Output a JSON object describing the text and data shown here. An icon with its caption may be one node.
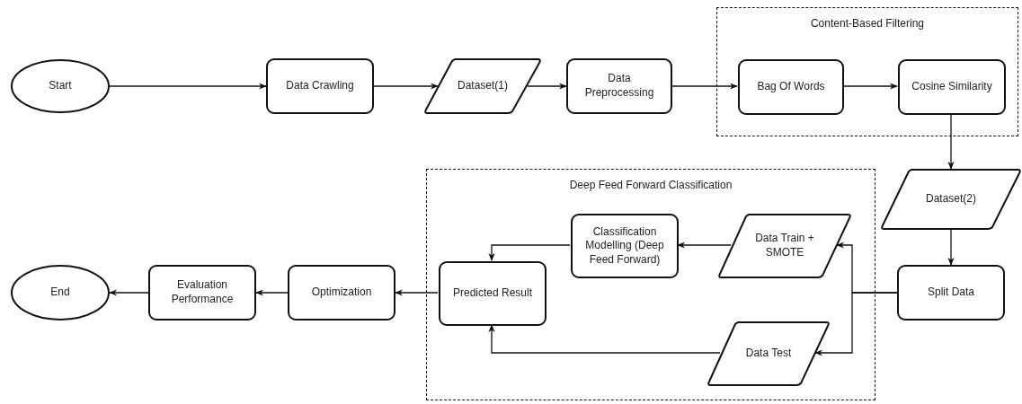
{
  "diagram": {
    "nodes": [
      {
        "text": [
          "Start"
        ]
      },
      {
        "text": [
          "Data Crawling"
        ]
      },
      {
        "text": [
          "Dataset(1)"
        ]
      },
      {
        "text": [
          "Data Preprocessing"
        ]
      },
      {
        "text": [
          "Content-Based Filtering"
        ]
      },
      {
        "text": [
          "Bag Of Words"
        ],
        "in": 4
      },
      {
        "text": [
          "Cosine Similarity"
        ],
        "in": 4
      },
      {
        "text": [
          "Deep Feed Forward Classification"
        ]
      },
      {
        "text": [
          "Dataset(2)"
        ]
      },
      {
        "text": [
          "Classification Modelling (Deep Feed Forward)"
        ],
        "in": 7
      },
      {
        "text": [
          "Data Train + SMOTE"
        ],
        "in": 7
      },
      {
        "text": [
          "Split Data"
        ]
      },
      {
        "text": [
          "End"
        ]
      },
      {
        "text": [
          "Evaluation Performance"
        ]
      },
      {
        "text": [
          "Optimization"
        ]
      },
      {
        "text": [
          "Predicted Result"
        ],
        "in": 7
      },
      {
        "text": [
          "Data Test"
        ],
        "in": 7
      }
    ],
    "edges": [
      {
        "from": 0,
        "to": 1,
        "arrow": "to"
      },
      {
        "from": 1,
        "to": 2,
        "arrow": "to"
      },
      {
        "from": 2,
        "to": 3,
        "arrow": "to"
      },
      {
        "from": 3,
        "to": 5,
        "arrow": "to"
      },
      {
        "from": 5,
        "to": 6,
        "arrow": "to"
      },
      {
        "from": 6,
        "to": 8,
        "arrow": "to"
      },
      {
        "from": 8,
        "to": 11,
        "arrow": "to"
      },
      {
        "from": 11,
        "to": 10,
        "arrow": "to"
      },
      {
        "from": 11,
        "to": 16,
        "arrow": "to"
      },
      {
        "from": 10,
        "to": 9,
        "arrow": "to"
      },
      {
        "from": 9,
        "to": 15,
        "arrow": "to"
      },
      {
        "from": 16,
        "to": 15,
        "arrow": "to"
      },
      {
        "from": 15,
        "to": 14,
        "arrow": "to"
      },
      {
        "from": 14,
        "to": 13,
        "arrow": "to"
      },
      {
        "from": 13,
        "to": 12,
        "arrow": "to"
      }
    ]
  }
}
